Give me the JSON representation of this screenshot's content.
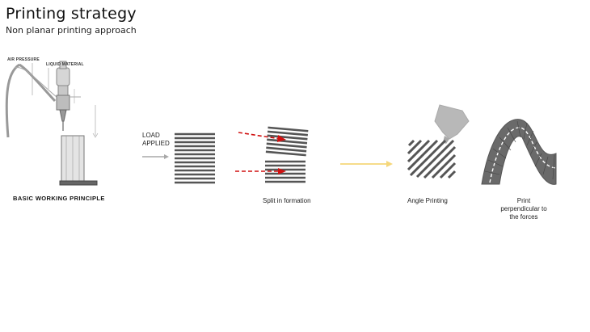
{
  "header": {
    "title": "Printing strategy",
    "subtitle": "Non planar printing approach"
  },
  "machine": {
    "air_pressure_label": "AIR  PRESSURE",
    "liquid_material_label": "LIQUID  MATERIAL",
    "caption": "BASIC  WORKING  PRINCIPLE"
  },
  "load": {
    "line1": "LOAD",
    "line2": "APPLIED"
  },
  "split": {
    "caption": "Split in formation"
  },
  "angle": {
    "caption": "Angle Printing"
  },
  "perpendicular": {
    "line1": "Print",
    "line2": "perpendicular to",
    "line3": "the forces"
  },
  "colors": {
    "layers": "#555555",
    "red_arrow": "#d01010",
    "yellow_arrow": "#f5d77a",
    "gray_arrow": "#a8a8a8",
    "nozzle": "#b8b8b8",
    "arch": "#6a6a6a"
  }
}
